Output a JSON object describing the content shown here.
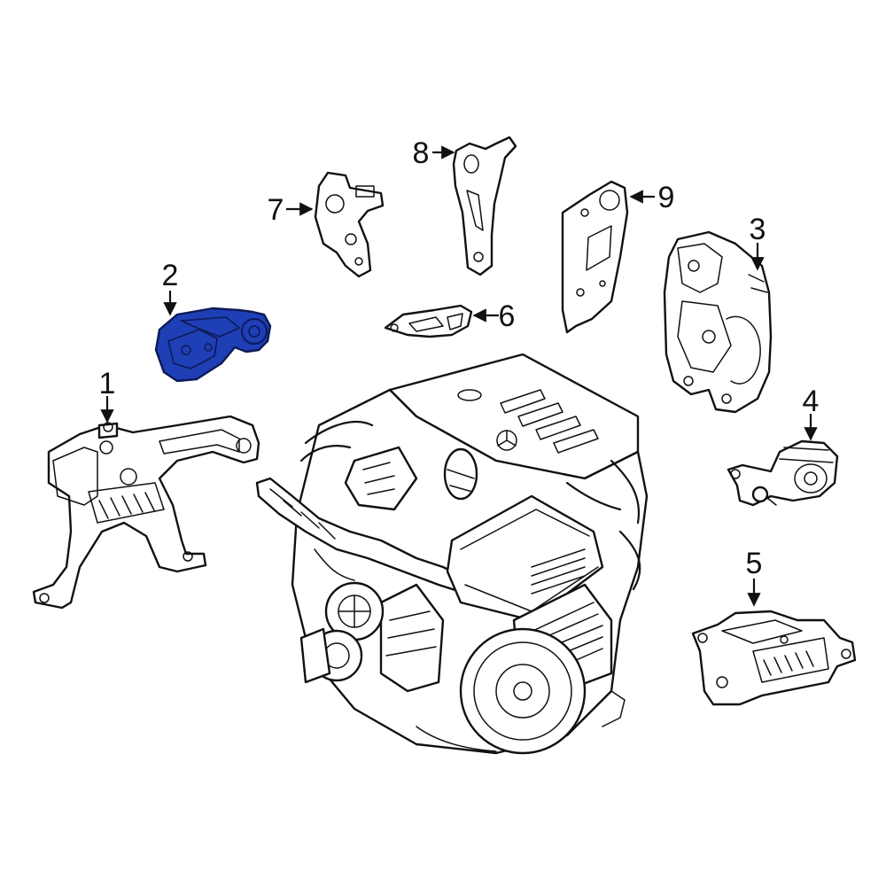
{
  "diagram": {
    "highlight_color": "#1e3fb5",
    "line_color": "#111111",
    "background": "#ffffff",
    "callouts": [
      {
        "label": "1",
        "part": "engine-mount-bracket-left"
      },
      {
        "label": "2",
        "part": "torque-strut-mount",
        "highlighted": true
      },
      {
        "label": "3",
        "part": "engine-support-bracket-right"
      },
      {
        "label": "4",
        "part": "engine-mount-upper"
      },
      {
        "label": "5",
        "part": "transmission-mount"
      },
      {
        "label": "6",
        "part": "small-bracket"
      },
      {
        "label": "7",
        "part": "bracket-7"
      },
      {
        "label": "8",
        "part": "bracket-8"
      },
      {
        "label": "9",
        "part": "bracket-9"
      }
    ]
  }
}
